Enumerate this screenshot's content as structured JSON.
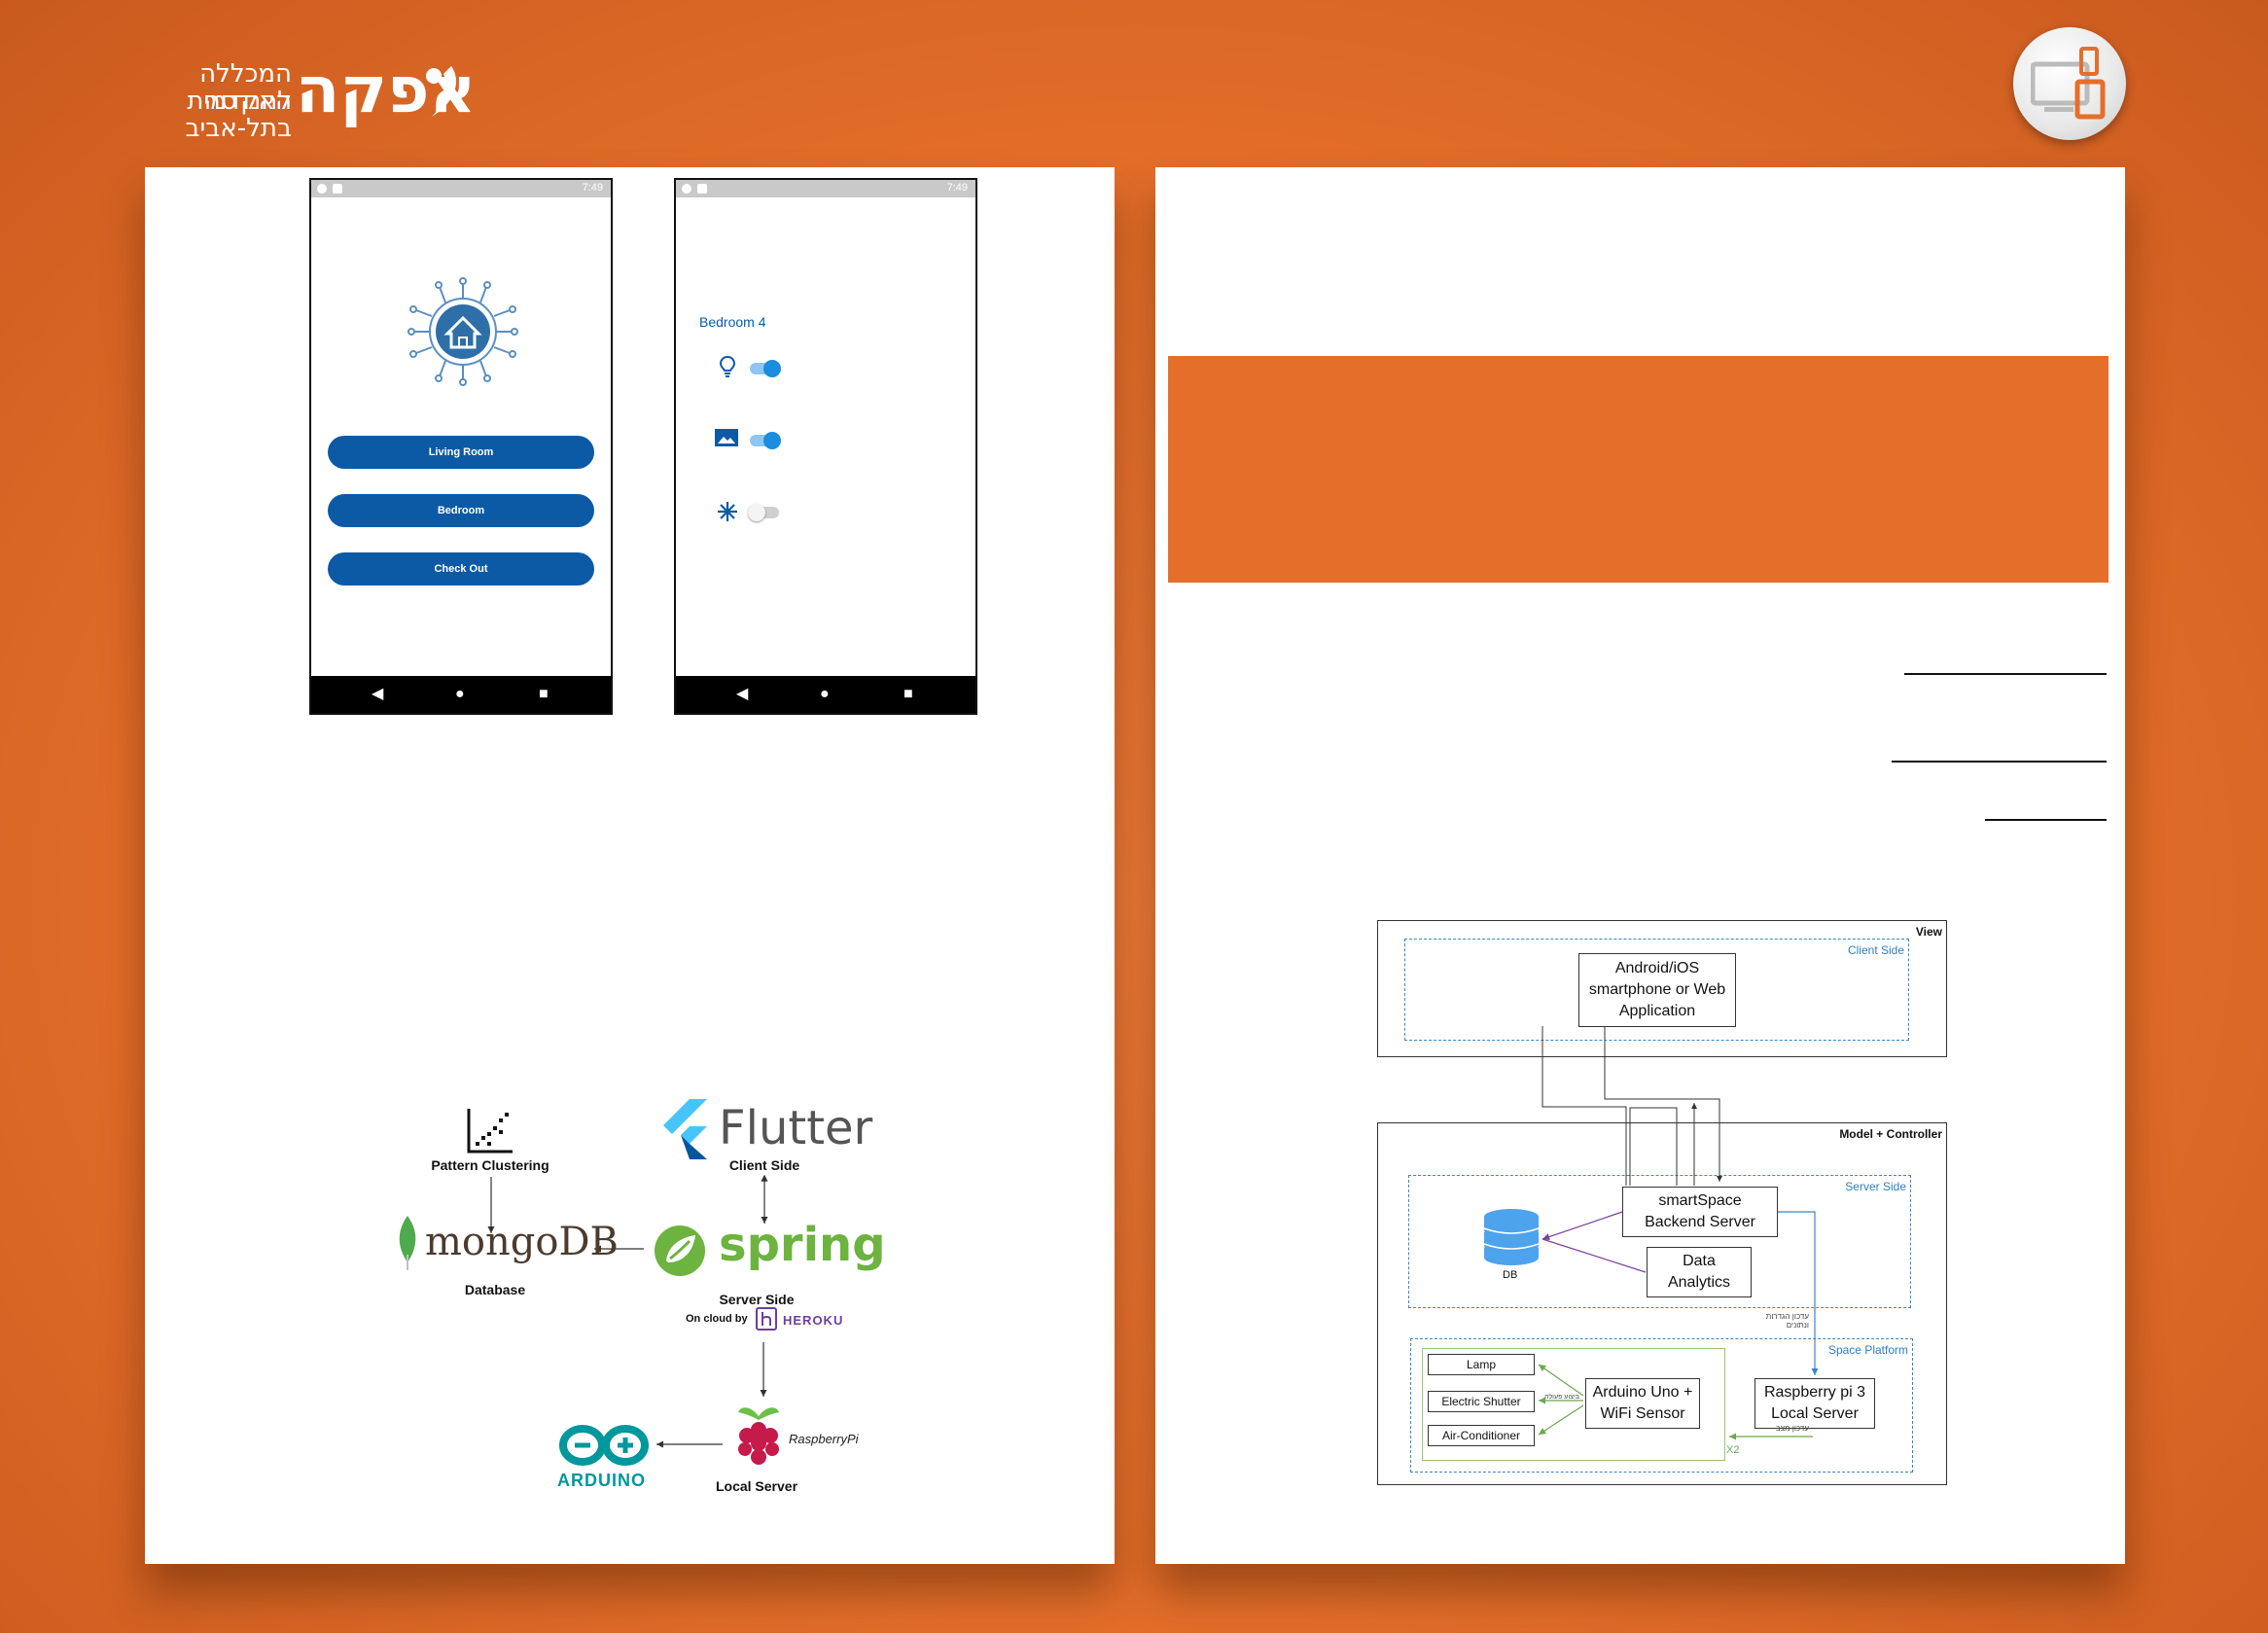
{
  "header": {
    "logo_line1": "המכללה האקדמית",
    "logo_line2": "להנדסה בתל-אביב",
    "logo_word": "אפקה"
  },
  "phones": {
    "status_time": "7:49",
    "home": {
      "buttons": [
        "Living Room",
        "Bedroom",
        "Check Out"
      ]
    },
    "room": {
      "title": "Bedroom 4",
      "devices": [
        {
          "icon": "lightbulb-icon",
          "state": "on"
        },
        {
          "icon": "picture-icon",
          "state": "on"
        },
        {
          "icon": "snowflake-icon",
          "state": "off"
        }
      ]
    }
  },
  "stack": {
    "pattern_label": "Pattern Clustering",
    "flutter_word": "Flutter",
    "client_label": "Client Side",
    "mongo_word": "mongoDB",
    "database_label": "Database",
    "spring_word": "spring",
    "server_label": "Server Side",
    "cloud_label": "On cloud by",
    "heroku_word": "HEROKU",
    "arduino_word": "ARDUINO",
    "rpi_word": "RaspberryPi",
    "local_label": "Local Server"
  },
  "diagram": {
    "view_label": "View",
    "client_side_label": "Client Side",
    "client_box": "Android/iOS smartphone or Web Application",
    "mc_label": "Model + Controller",
    "server_side_label": "Server Side",
    "backend_box": "smartSpace Backend Server",
    "analytics_box": "Data Analytics",
    "db_label": "DB",
    "platform_label": "Space Platform",
    "devices": [
      "Lamp",
      "Electric Shutter",
      "Air-Conditioner"
    ],
    "arduino_box": "Arduino Uno + WiFi Sensor",
    "rpi_box": "Raspberry pi 3 Local Server",
    "x2_label": "X2"
  },
  "colors": {
    "accent_orange": "#e56f2a",
    "button_blue": "#0c5aa6",
    "diagram_blue": "#2d7fc2"
  }
}
